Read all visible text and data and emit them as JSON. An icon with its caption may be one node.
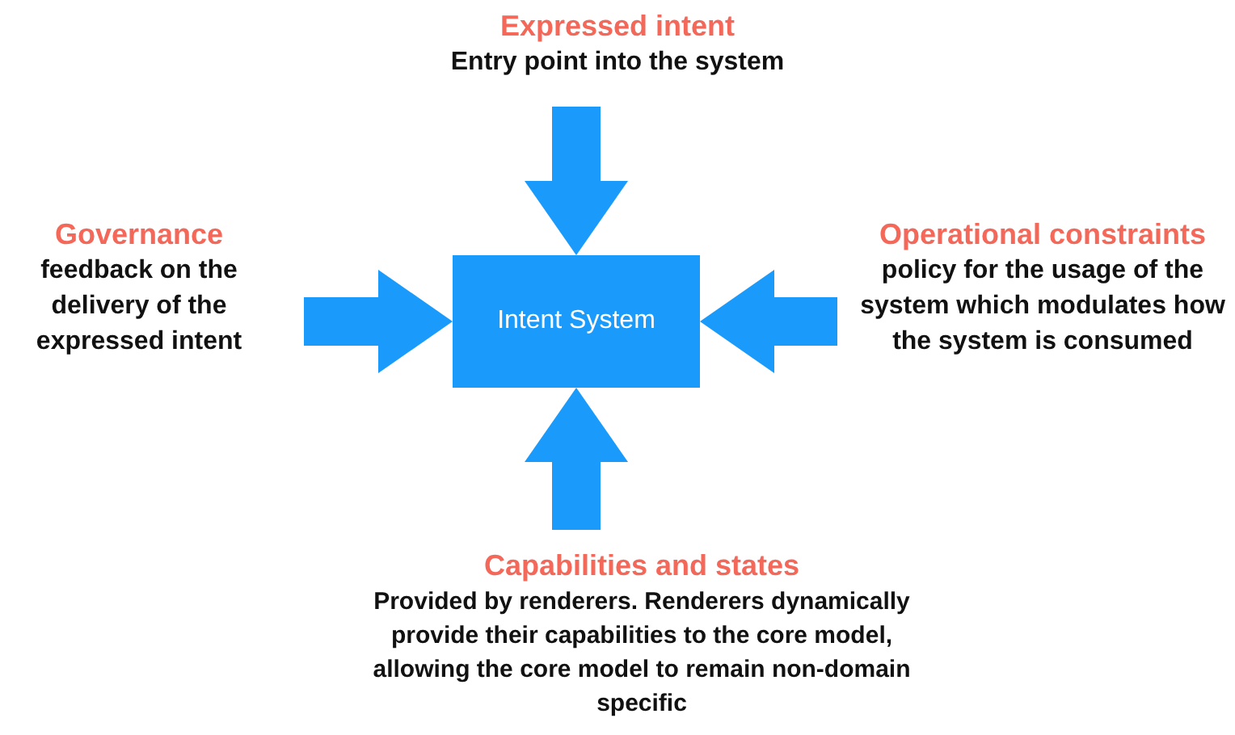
{
  "diagram": {
    "nodes": [
      {
        "text": [
          "Expressed intent",
          "Entry point into the system"
        ]
      },
      {
        "text": [
          "Governance",
          "feedback on the delivery of the expressed intent"
        ]
      },
      {
        "text": [
          "Intent System"
        ]
      },
      {
        "text": [
          "Operational constraints",
          "policy for the usage of the system which modulates how the system is consumed"
        ]
      },
      {
        "text": [
          "Capabilities and states",
          "Provided by renderers. Renderers dynamically provide their capabilities to the core model, allowing the core model to remain non-domain specific"
        ]
      }
    ],
    "edges": [
      {
        "from": 0,
        "to": 2,
        "arrow": "to"
      },
      {
        "from": 1,
        "to": 2,
        "arrow": "to"
      },
      {
        "from": 3,
        "to": 2,
        "arrow": "to"
      },
      {
        "from": 4,
        "to": 2,
        "arrow": "to"
      }
    ]
  }
}
